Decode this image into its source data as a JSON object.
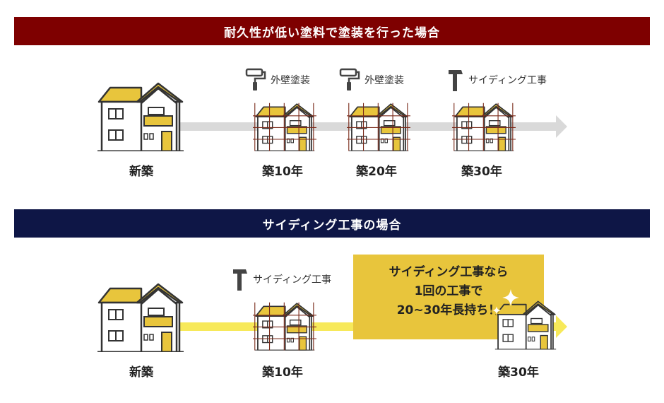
{
  "colors": {
    "top_banner": "#7e0000",
    "bottom_banner": "#0e1646",
    "timeline_top": "#d9d9d9",
    "timeline_bottom": "#f7e95a",
    "accent_yellow": "#e8c53c",
    "scaffold": "#7a2a1a"
  },
  "section1": {
    "title": "耐久性が低い塗料で塗装を行った場合",
    "milestones": [
      {
        "label": "新築"
      },
      {
        "label": "築10年",
        "tool_icon": "paint-roller-icon",
        "tool_label": "外壁塗装"
      },
      {
        "label": "築20年",
        "tool_icon": "paint-roller-icon",
        "tool_label": "外壁塗装"
      },
      {
        "label": "築30年",
        "tool_icon": "hammer-icon",
        "tool_label": "サイディング工事"
      }
    ]
  },
  "section2": {
    "title": "サイディング工事の場合",
    "milestones": [
      {
        "label": "新築"
      },
      {
        "label": "築10年",
        "tool_icon": "hammer-icon",
        "tool_label": "サイディング工事"
      },
      {
        "label": "築30年"
      }
    ],
    "callout": {
      "line1": "サイディング工事なら",
      "line2": "1回の工事で",
      "line3": "20~30年長持ち！"
    }
  }
}
